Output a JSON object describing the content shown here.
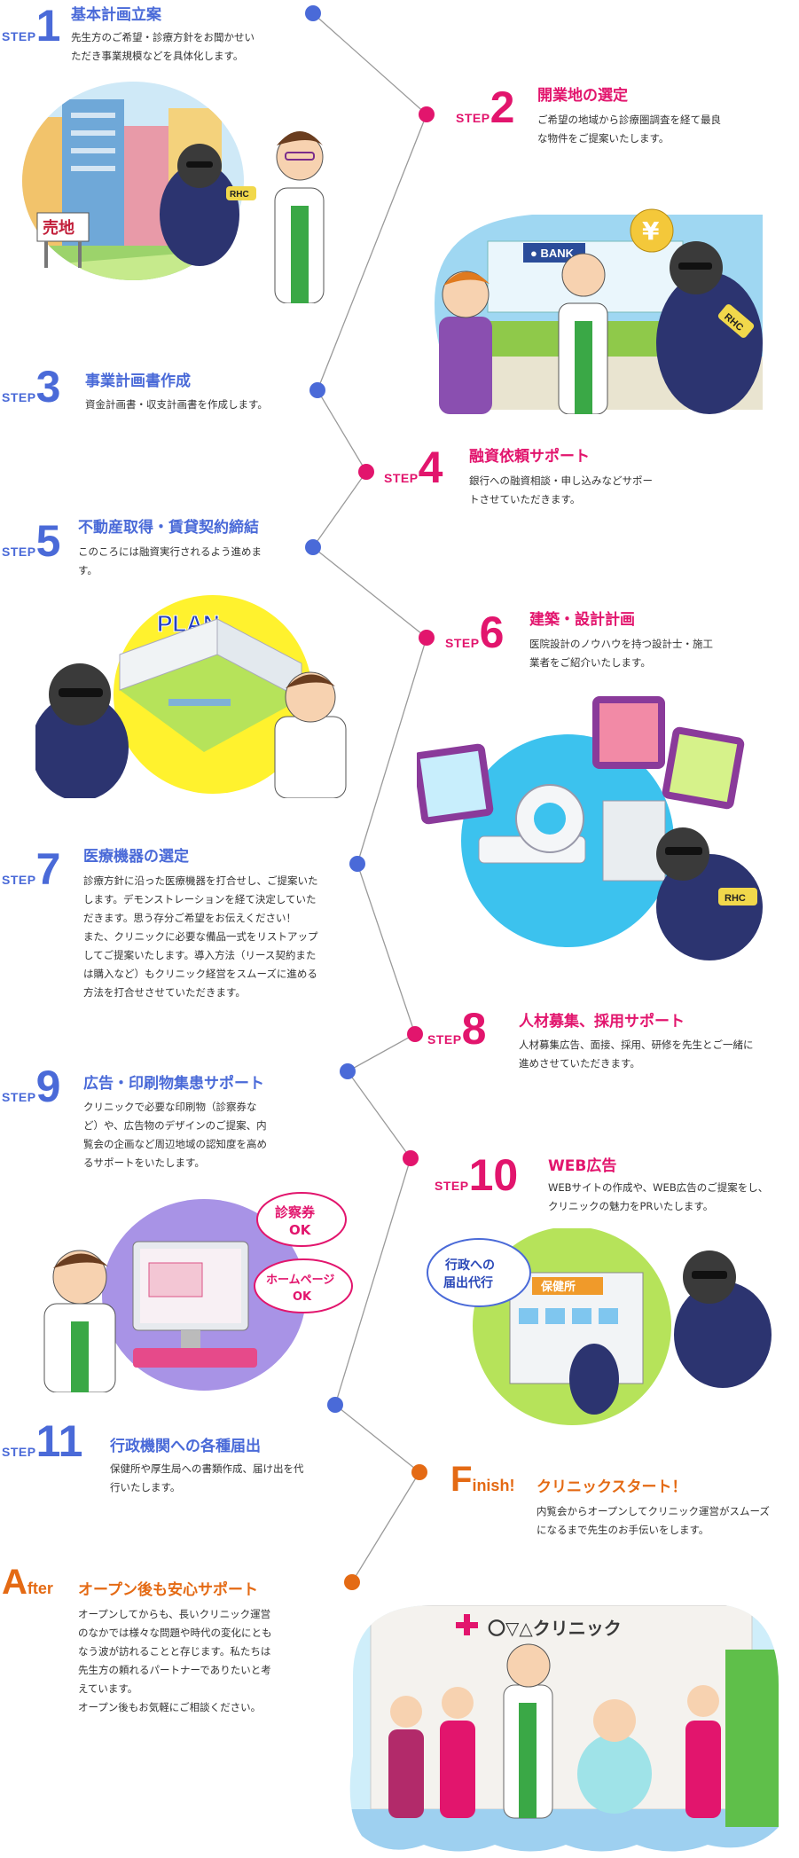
{
  "colors": {
    "blue": "#4a6ad8",
    "pink": "#e2156d",
    "orange": "#e46a14",
    "line": "#9a9a9a"
  },
  "steps": [
    {
      "prefix": "STEP",
      "num": "1",
      "title": "基本計画立案",
      "desc": [
        "先生方のご希望・診療方針をお聞かせい",
        "ただき事業規模などを具体化します。"
      ]
    },
    {
      "prefix": "STEP",
      "num": "2",
      "title": "開業地の選定",
      "desc": [
        "ご希望の地域から診療圏調査を経て最良",
        "な物件をご提案いたします。"
      ]
    },
    {
      "prefix": "STEP",
      "num": "3",
      "title": "事業計画書作成",
      "desc": [
        "資金計画書・収支計画書を作成します。"
      ]
    },
    {
      "prefix": "STEP",
      "num": "4",
      "title": "融資依頼サポート",
      "desc": [
        "銀行への融資相談・申し込みなどサポー",
        "トさせていただきます。"
      ]
    },
    {
      "prefix": "STEP",
      "num": "5",
      "title": "不動産取得・賃貸契約締結",
      "desc": [
        "このころには融資実行されるよう進めま",
        "す。"
      ]
    },
    {
      "prefix": "STEP",
      "num": "6",
      "title": "建築・設計計画",
      "desc": [
        "医院設計のノウハウを持つ設計士・施工",
        "業者をご紹介いたします。"
      ]
    },
    {
      "prefix": "STEP",
      "num": "7",
      "title": "医療機器の選定",
      "desc": [
        "診療方針に沿った医療機器を打合せし、ご提案いた",
        "します。デモンストレーションを経て決定していた",
        "だきます。思う存分ご希望をお伝えください！",
        "また、クリニックに必要な備品一式をリストアップ",
        "してご提案いたします。導入方法（リース契約また",
        "は購入など）もクリニック経営をスムーズに進める",
        "方法を打合せさせていただきます。"
      ]
    },
    {
      "prefix": "STEP",
      "num": "8",
      "title": "人材募集、採用サポート",
      "desc": [
        "人材募集広告、面接、採用、研修を先生とご一緒に",
        "進めさせていただきます。"
      ]
    },
    {
      "prefix": "STEP",
      "num": "9",
      "title": "広告・印刷物集患サポート",
      "desc": [
        "クリニックで必要な印刷物（診察券な",
        "ど）や、広告物のデザインのご提案、内",
        "覧会の企画など周辺地域の認知度を高め",
        "るサポートをいたします。"
      ]
    },
    {
      "prefix": "STEP",
      "num": "10",
      "title": "WEB広告",
      "desc": [
        "WEBサイトの作成や、WEB広告のご提案をし、",
        "クリニックの魅力をPRいたします。"
      ]
    },
    {
      "prefix": "STEP",
      "num": "11",
      "title": "行政機関への各種届出",
      "desc": [
        "保健所や厚生局への書類作成、届け出を代",
        "行いたします。"
      ]
    }
  ],
  "finish": {
    "big": "F",
    "rest": "inish!",
    "title": "クリニックスタート！",
    "desc": [
      "内覧会からオープンしてクリニック運営がスムーズ",
      "になるまで先生のお手伝いをします。"
    ]
  },
  "after": {
    "big": "A",
    "rest": "fter",
    "title": "オープン後も安心サポート",
    "desc": [
      "オープンしてからも、長いクリニック運営",
      "のなかでは様々な問題や時代の変化にとも",
      "なう波が訪れることと存じます。私たちは",
      "先生方の頼れるパートナーでありたいと考",
      "えています。",
      "オープン後もお気軽にご相談ください。"
    ]
  },
  "illustrations": {
    "land_sign": "売地",
    "armband": "RHC",
    "bank_sign": "BANK",
    "yen": "¥",
    "plan": "PLAN",
    "ticket_ok": [
      "診察券",
      "OK"
    ],
    "homepage_ok": [
      "ホームページ",
      "OK"
    ],
    "gov_bubble": [
      "行政への",
      "届出代行"
    ],
    "health_center": "保健所",
    "clinic_name": "〇▽△クリニック"
  }
}
